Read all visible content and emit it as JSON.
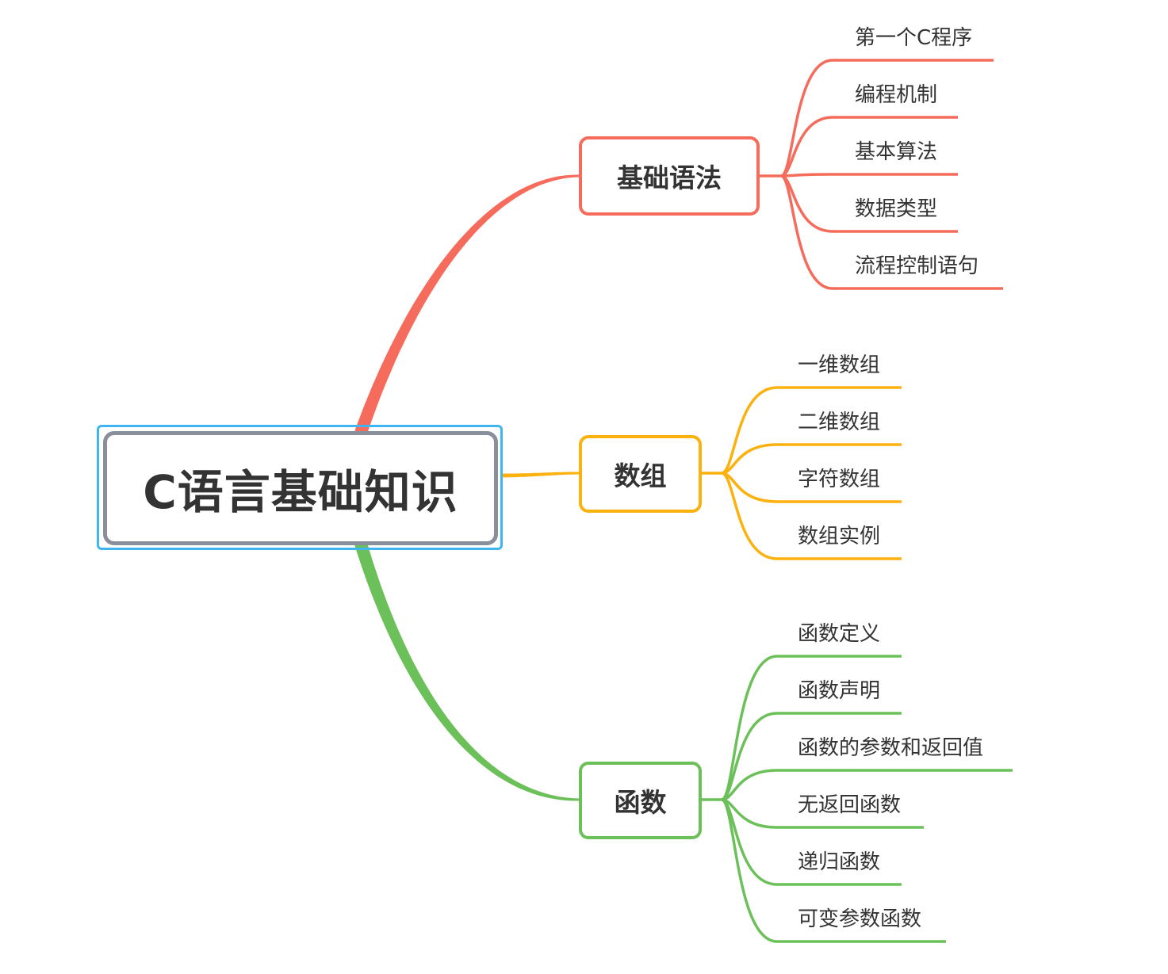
{
  "root": {
    "label": "C语言基础知识"
  },
  "branches": [
    {
      "label": "基础语法",
      "color": "#f56c5c",
      "leaves": [
        "第一个C程序",
        "编程机制",
        "基本算法",
        "数据类型",
        "流程控制语句"
      ]
    },
    {
      "label": "数组",
      "color": "#fbb20f",
      "leaves": [
        "一维数组",
        "二维数组",
        "字符数组",
        "数组实例"
      ]
    },
    {
      "label": "函数",
      "color": "#6cc05a",
      "leaves": [
        "函数定义",
        "函数声明",
        "函数的参数和返回值",
        "无返回函数",
        "递归函数",
        "可变参数函数"
      ]
    }
  ]
}
